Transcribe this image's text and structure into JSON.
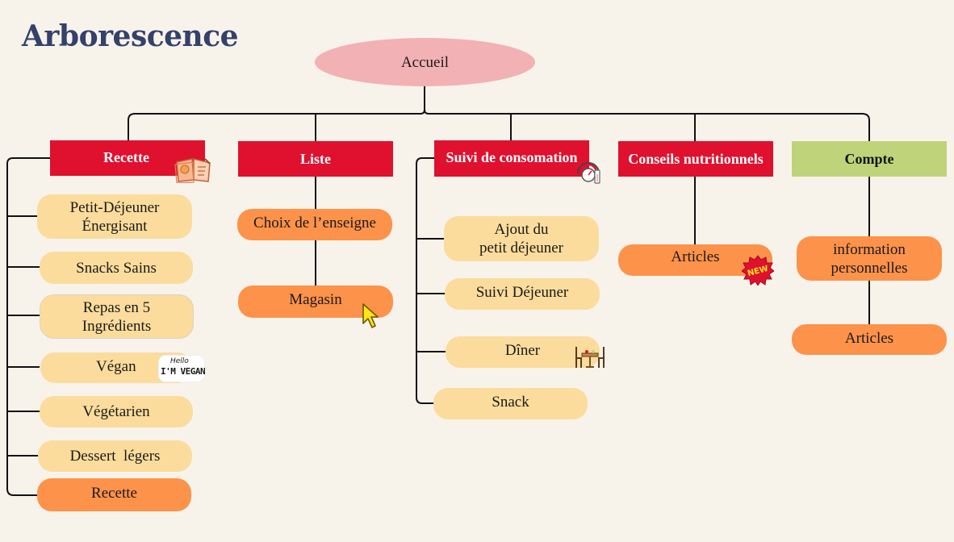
{
  "title": "Arborescence",
  "colors": {
    "background": "#f8f3ea",
    "title": "#33416b",
    "root": "#f2b1b4",
    "header_red": "#e0102f",
    "header_green": "#bfd37a",
    "item_pale": "#fbdc9c",
    "item_orange": "#fd924a"
  },
  "root": {
    "label": "Accueil"
  },
  "branches": {
    "recette": {
      "label": "Recette",
      "icon": "recipe-book-icon",
      "items": [
        "Petit-Déjeuner\nÉnergisant",
        "Snacks Sains",
        "Repas en 5\nIngrédients",
        "Végan",
        "Végétarien",
        "Dessert  légers",
        "Recette"
      ]
    },
    "liste": {
      "label": "Liste",
      "items": [
        "Choix de l’enseigne",
        "Magasin"
      ]
    },
    "suivi": {
      "label": "Suivi de consomation",
      "icon": "weighing-scale-icon",
      "items": [
        "Ajout  du\npetit déjeuner",
        "Suivi Déjeuner",
        "Dîner",
        "Snack"
      ]
    },
    "conseils": {
      "label": "Conseils nutritionnels",
      "items": [
        "Articles"
      ]
    },
    "compte": {
      "label": "Compte",
      "items": [
        "information\npersonnelles",
        "Articles"
      ]
    }
  },
  "stickers": {
    "vegan_small": "Hello",
    "vegan_big": "I'M VEGAN",
    "new_badge": "NEW",
    "cursor": "cursor-arrow-icon",
    "dining": "dining-table-icon"
  }
}
